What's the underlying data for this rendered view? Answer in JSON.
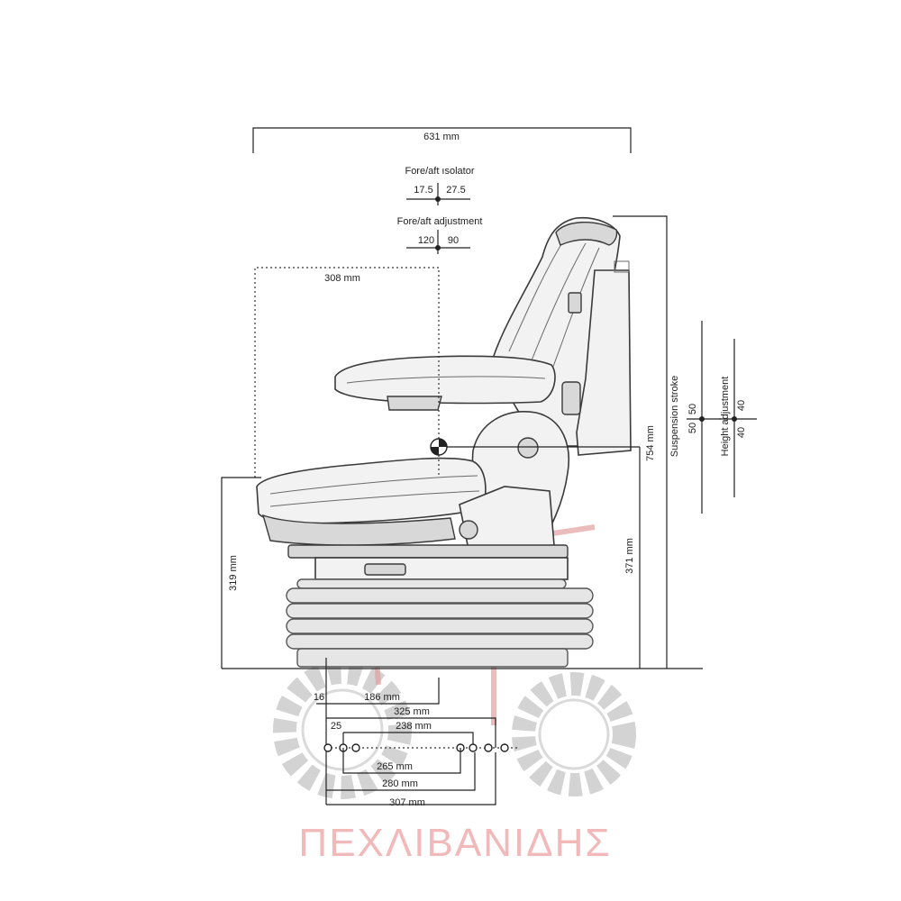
{
  "watermark": {
    "text": "ΠΕΧΛΙΒΑΝΙΔΗΣ",
    "color": "#f1b9b9",
    "gear_color": "#d3d3d3"
  },
  "labels": {
    "overall_width": "631 mm",
    "fore_aft_isolator": "Fore/aft ısolator",
    "isolator_left": "17.5",
    "isolator_right": "27.5",
    "fore_aft_adjustment": "Fore/aft adjustment",
    "adjustment_left": "120",
    "adjustment_right": "90",
    "seat_depth": "308 mm",
    "total_height": "754 mm",
    "base_height": "371 mm",
    "seat_height": "319 mm",
    "suspension_stroke": "Suspension stroke",
    "suspension_up": "50",
    "suspension_down": "50",
    "height_adjustment": "Height adjustment",
    "height_up": "40",
    "height_down": "40",
    "offset_16": "16",
    "dim_186": "186 mm",
    "dim_325": "325 mm",
    "dim_25": "25",
    "dim_238": "238 mm",
    "dim_265": "265 mm",
    "dim_280": "280 mm",
    "dim_307": "307 mm"
  }
}
